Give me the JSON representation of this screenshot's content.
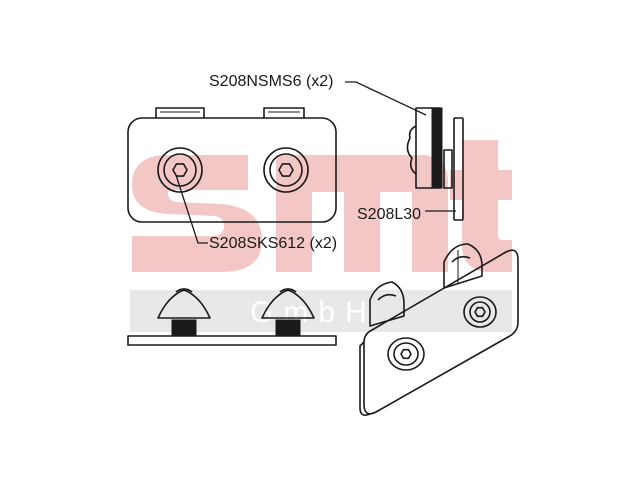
{
  "watermark": {
    "logo_text": "smt",
    "sub_text": "GmbH",
    "color": "#f4c7c7",
    "band_color": "#e8e8e8"
  },
  "labels": {
    "nut": "S208NSMS6 (x2)",
    "plate": "S208L30",
    "screw": "S208SKS612 (x2)"
  },
  "colors": {
    "line": "#1a1a1a",
    "background": "#ffffff"
  }
}
